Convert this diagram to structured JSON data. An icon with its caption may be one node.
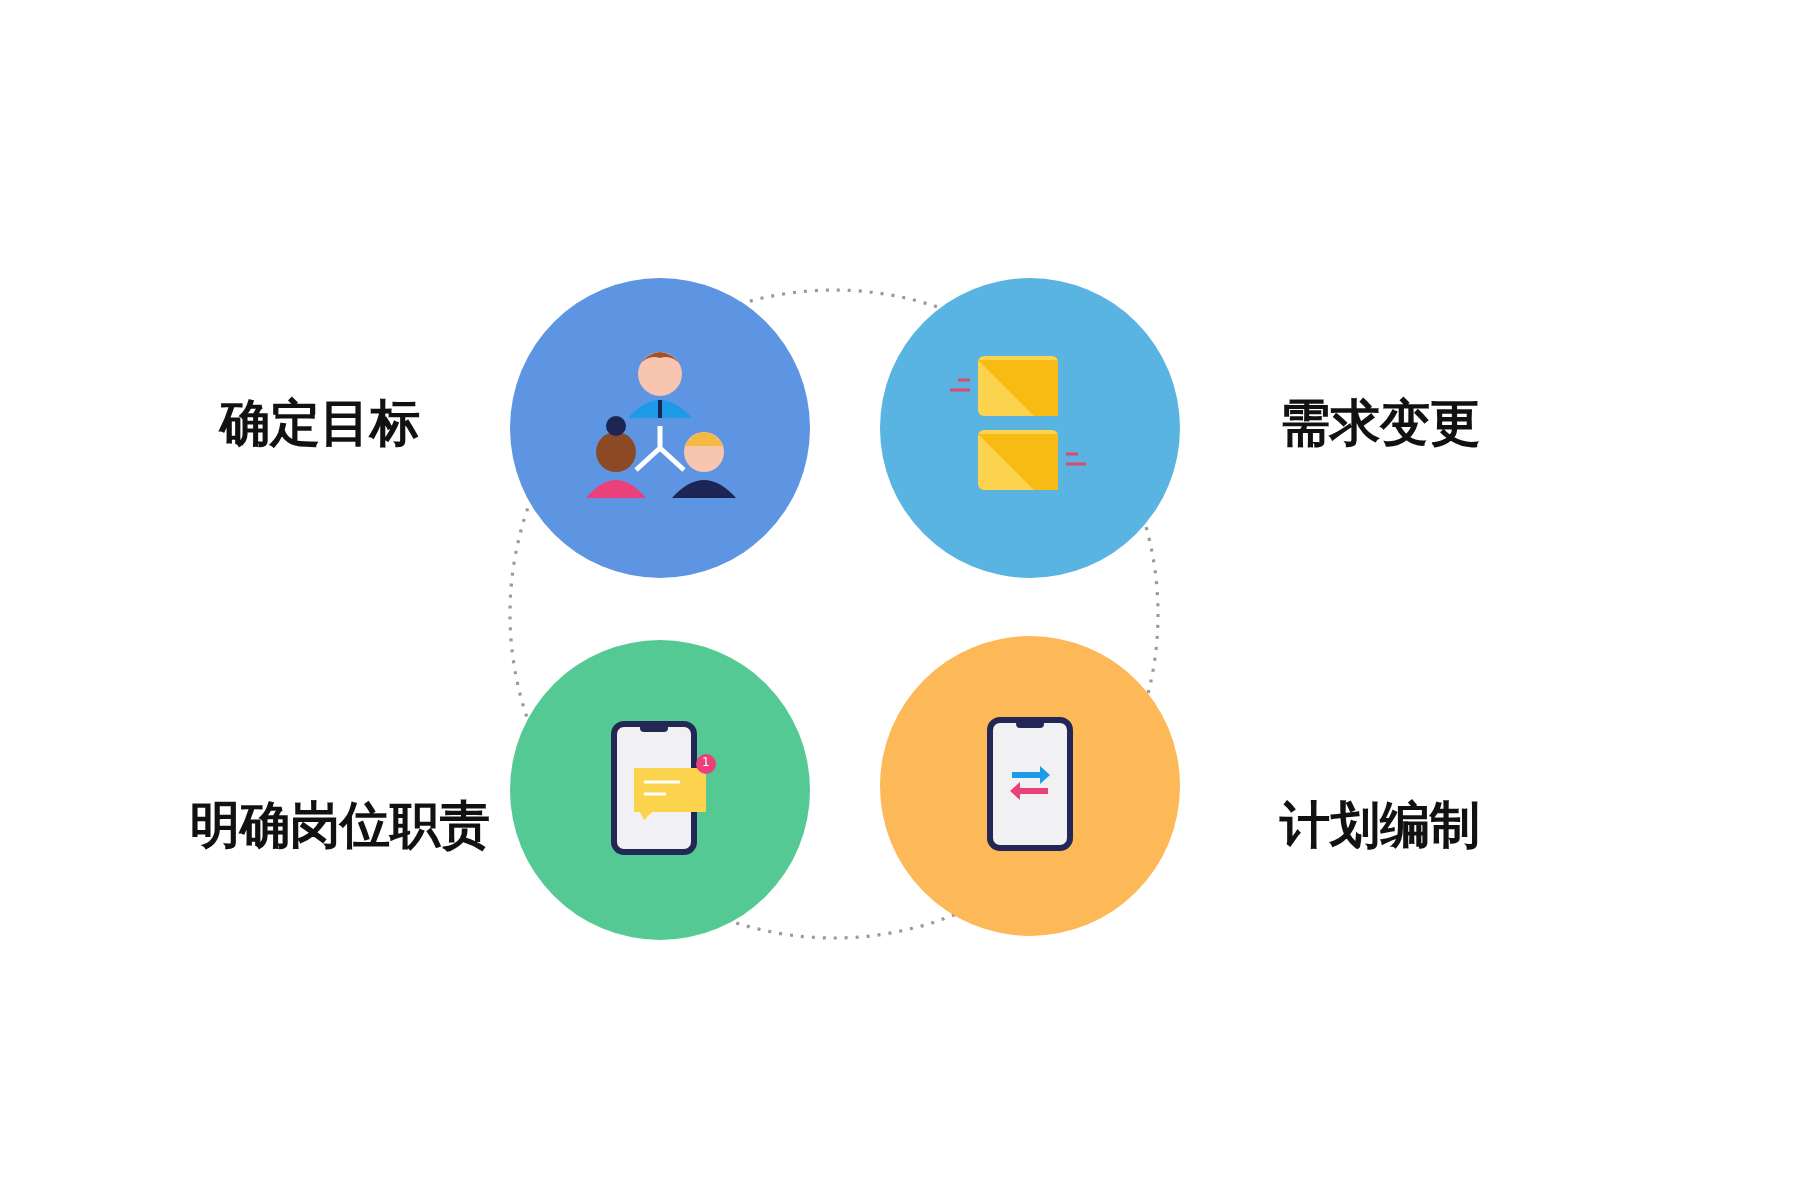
{
  "diagram": {
    "nodes": [
      {
        "text": [
          "确定目标"
        ]
      },
      {
        "text": [
          "需求变更"
        ]
      },
      {
        "text": [
          "明确岗位职责"
        ]
      },
      {
        "text": [
          "计划编制"
        ]
      }
    ],
    "labels": [
      "1"
    ]
  }
}
